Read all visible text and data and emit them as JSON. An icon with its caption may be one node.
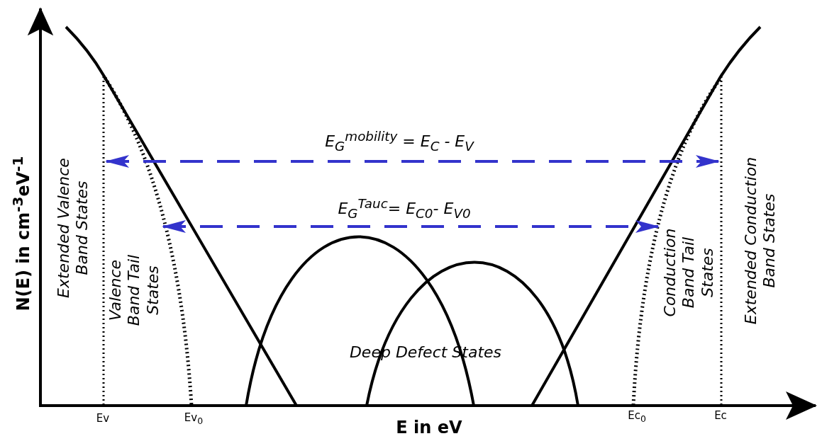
{
  "diagram": {
    "labels": [
      "E$_{G}$$^{mobility}$ = E$_{C}$ - E$_{V}$",
      "E$_{G}$$^{Tauc}$= E$_{C0}$- E$_{V0}$",
      "N(E) in cm$^{-3}$eV$^{-1}$",
      "Extended Valence Band States",
      "Valence Band Tail States",
      "Deep Defect States",
      "Conduction Band Tail States",
      "Extended Conduction Band States",
      "Ev",
      "Ev$_{0}$",
      "Ec$_{0}$",
      "Ec",
      "E in eV"
    ]
  }
}
